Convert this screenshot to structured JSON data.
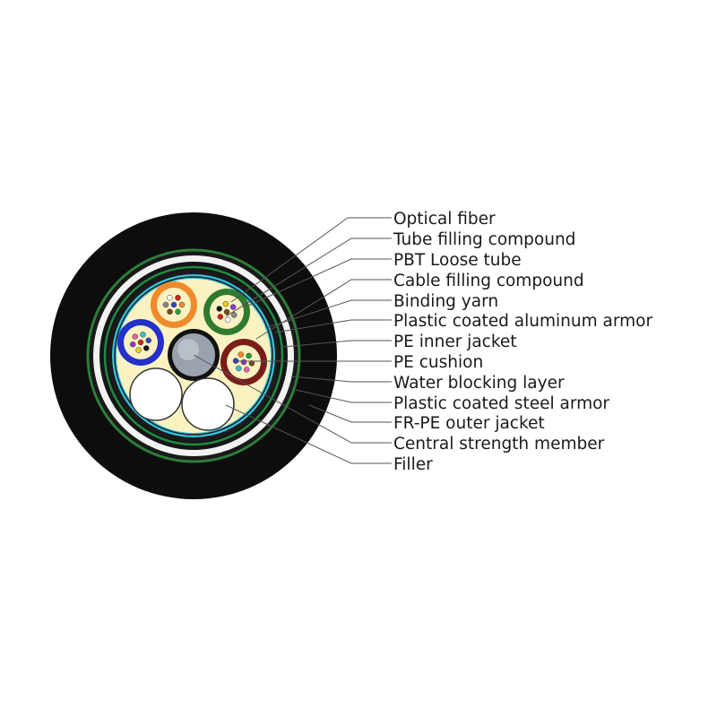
{
  "diagram": {
    "labels": [
      "Optical fiber",
      "Tube filling compound",
      "PBT Loose tube",
      "Cable filling compound",
      "Binding yarn",
      "Plastic coated aluminum armor",
      "PE inner jacket",
      "PE cushion",
      "Water blocking layer",
      "Plastic coated steel armor",
      "FR-PE outer jacket",
      "Central strength member",
      "Filler"
    ]
  },
  "colors": {
    "outer_jacket": "#0d0d0d",
    "steel_armor": "#2e7d3a",
    "water_blocking": "#f2f2f2",
    "inner_jacket": "#151515",
    "aluminum_armor": "#1f8a44",
    "binding_yarn": "#35c3dd",
    "cable_filling": "#fbf2c2",
    "tube_orange": "#f08a2a",
    "tube_green": "#2f7a2f",
    "tube_blue": "#2430c8",
    "tube_brown": "#7a1e1a",
    "strength_member": "#9aa3ad",
    "leader_line": "#555555"
  }
}
